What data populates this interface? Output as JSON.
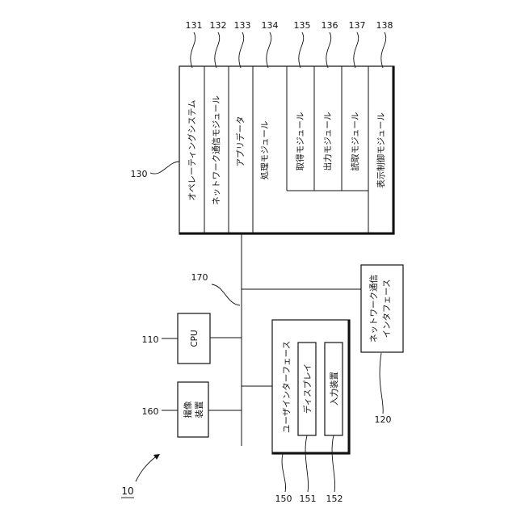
{
  "figure_ref": "10",
  "storage": {
    "ref": "130",
    "columns": [
      {
        "ref": "131",
        "label": "オペレーティングシステム"
      },
      {
        "ref": "132",
        "label": "ネットワーク通信モジュール"
      },
      {
        "ref": "133",
        "label": "アプリデータ"
      },
      {
        "ref": "134",
        "label": "処理モジュール"
      },
      {
        "ref": "135",
        "label": "取得モジュール"
      },
      {
        "ref": "136",
        "label": "出力モジュール"
      },
      {
        "ref": "137",
        "label": "読取モジュール"
      },
      {
        "ref": "138",
        "label": "表示制御モジュール"
      }
    ]
  },
  "bus": {
    "ref": "170"
  },
  "cpu": {
    "ref": "110",
    "label": "CPU"
  },
  "camera": {
    "ref": "160",
    "label_line1": "撮像",
    "label_line2": "装置"
  },
  "network_interface": {
    "ref": "120",
    "label_line1": "ネットワーク通信",
    "label_line2": "インタフェース"
  },
  "user_interface": {
    "ref": "150",
    "label": "ユーザインターフェース",
    "display": {
      "ref": "151",
      "label": "ディスプレイ"
    },
    "input": {
      "ref": "152",
      "label": "入力装置"
    }
  }
}
